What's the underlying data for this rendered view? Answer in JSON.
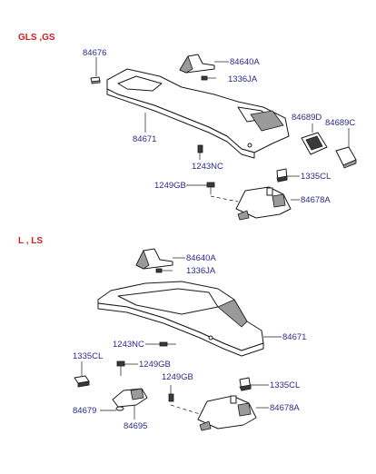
{
  "colors": {
    "section_title": "#cc1f1f",
    "part_label": "#2a2a8a",
    "line": "#1a1a1a"
  },
  "sections": [
    {
      "title": "GLS ,GS"
    },
    {
      "title": "L , LS"
    }
  ],
  "labels_top": {
    "p84676": "84676",
    "p84640A": "84640A",
    "p1336JA": "1336JA",
    "p84671": "84671",
    "p84689D": "84689D",
    "p84689C": "84689C",
    "p1243NC": "1243NC",
    "p1335CL": "1335CL",
    "p1249GB": "1249GB",
    "p84678A": "84678A"
  },
  "labels_bottom": {
    "p84640A": "84640A",
    "p1336JA": "1336JA",
    "p84671": "84671",
    "p1243NC": "1243NC",
    "p1335CL_left": "1335CL",
    "p1249GB_left": "1249GB",
    "p1249GB_mid": "1249GB",
    "p84679": "84679",
    "p84695": "84695",
    "p1335CL_right": "1335CL",
    "p84678A": "84678A"
  }
}
